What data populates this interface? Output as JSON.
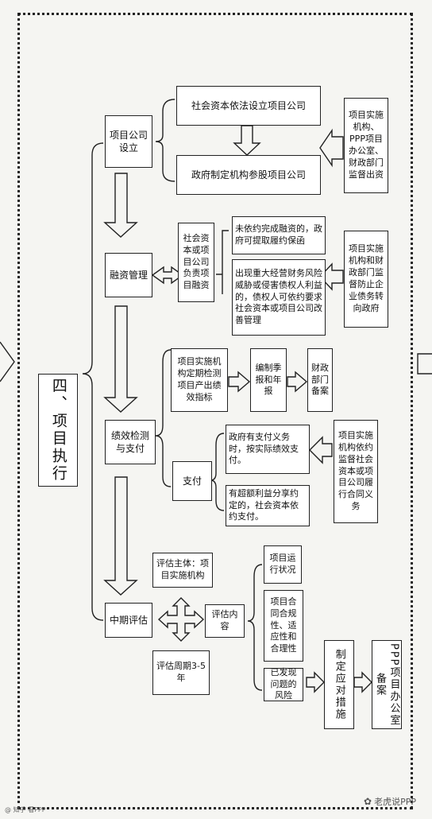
{
  "title": "四、项目执行",
  "stages": {
    "setup": "项目公司设立",
    "financing": "融资管理",
    "performance": "绩效检测与支付",
    "midterm": "中期评估"
  },
  "setup": {
    "social_capital": "社会资本依法设立项目公司",
    "gov_shares": "政府制定机构参股项目公司",
    "supervisor": "项目实施机构、PPP项目办公室、财政部门监督出资"
  },
  "financing": {
    "responsible": "社会资本或项目公司负责项目融资",
    "fail": "未依约完成融资的，政府可提取履约保函",
    "risk": "出现重大经营财务风险威胁或侵害债权人利益的，债权人可依约要求社会资本或项目公司改善管理",
    "supervisor": "项目实施机构和财政部门监督防止企业债务转向政府"
  },
  "performance": {
    "monitor": "项目实施机构定期检测项目产出绩效指标",
    "report": "编制季报和年报",
    "finance_record": "财政部门备案",
    "payment": "支付",
    "gov_pay": "政府有支付义务时，按实际绩效支付。",
    "excess_pay": "有超额利益分享约定的，社会资本依约支付。",
    "supervisor": "项目实施机构依约监督社会资本或项目公司履行合同义务"
  },
  "midterm": {
    "subject": "评估主体：项目实施机构",
    "cycle": "评估周期3-5年",
    "content": "评估内容",
    "items": [
      "项目运行状况",
      "项目合同合规性、适应性和合理性",
      "已发现问题的风险"
    ],
    "measures": "制定应对措施",
    "record": "PPP项目办公室备案"
  },
  "watermark": {
    "brand": "老虎说PPP",
    "left": "@ 知乎 看PPP"
  }
}
